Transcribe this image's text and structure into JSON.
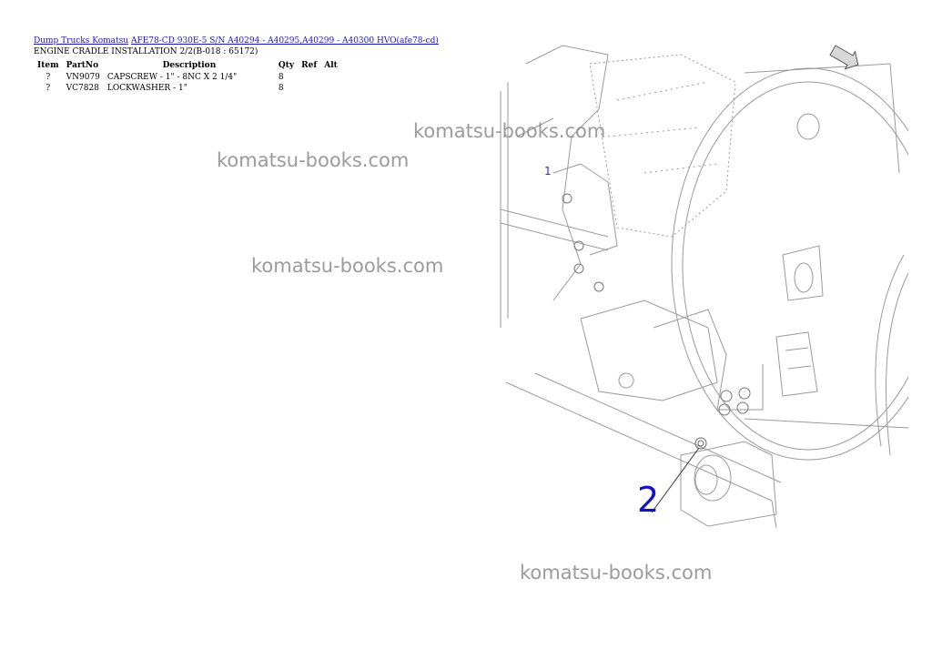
{
  "breadcrumb": {
    "link1": "Dump Trucks Komatsu",
    "link2": "AFE78-CD 930E-5 S/N A40294 - A40295,A40299 - A40300 HVO(afe78-cd)"
  },
  "subtitle": "ENGINE CRADLE INSTALLATION 2/2(B-018 : 65172)",
  "table": {
    "headers": [
      "Item",
      "PartNo",
      "Description",
      "Qty",
      "Ref",
      "Alt"
    ],
    "rows": [
      {
        "item": "?",
        "partno": "VN9079",
        "description": "CAPSCREW - 1\" - 8NC X 2 1/4\"",
        "qty": "8",
        "ref": "",
        "alt": ""
      },
      {
        "item": "?",
        "partno": "VC7828",
        "description": "LOCKWASHER - 1\"",
        "qty": "8",
        "ref": "",
        "alt": ""
      }
    ]
  },
  "diagram": {
    "callout_1": "1",
    "callout_2": "2"
  },
  "watermark": "komatsu-books.com"
}
